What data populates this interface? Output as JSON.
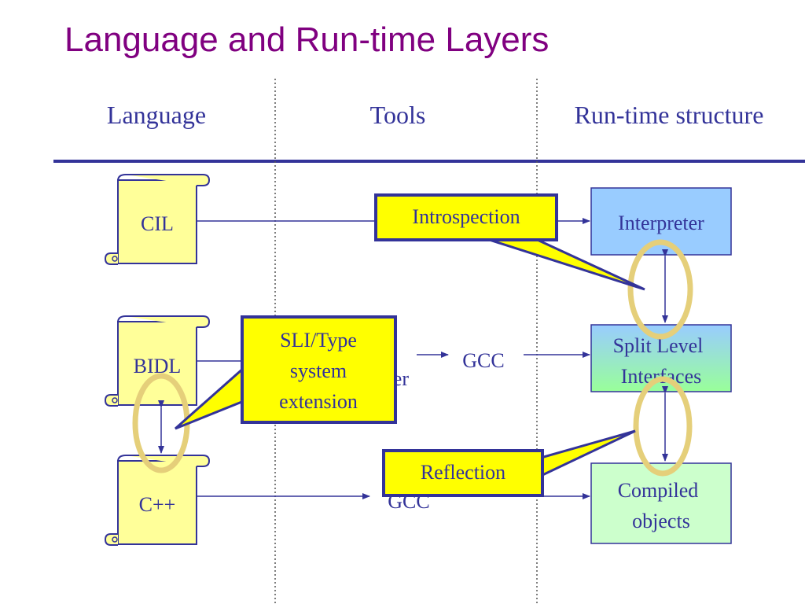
{
  "title": "Language and Run-time Layers",
  "columns": {
    "language": "Language",
    "tools": "Tools",
    "runtime": "Run-time structure"
  },
  "languages": {
    "cil": "CIL",
    "bidl": "BIDL",
    "cpp": "C++"
  },
  "tools": {
    "gcc_bidl": "GCC",
    "compiler_partial": "er",
    "gcc_cpp_partial": "GCC"
  },
  "runtime": {
    "interpreter": "Interpreter",
    "split_level": [
      "Split Level",
      "Interfaces"
    ],
    "compiled": [
      "Compiled",
      "objects"
    ]
  },
  "callouts": {
    "introspection": "Introspection",
    "sli": [
      "SLI/Type",
      "system",
      "extension"
    ],
    "reflection": "Reflection"
  },
  "colors": {
    "title": "#800080",
    "text": "#333399",
    "scroll_fill": "#ffff99",
    "callout_fill": "#ffff00",
    "interpreter_fill": "#99ccff",
    "compiled_fill": "#ccffcc",
    "ellipse_stroke": "#e5cf7a"
  }
}
